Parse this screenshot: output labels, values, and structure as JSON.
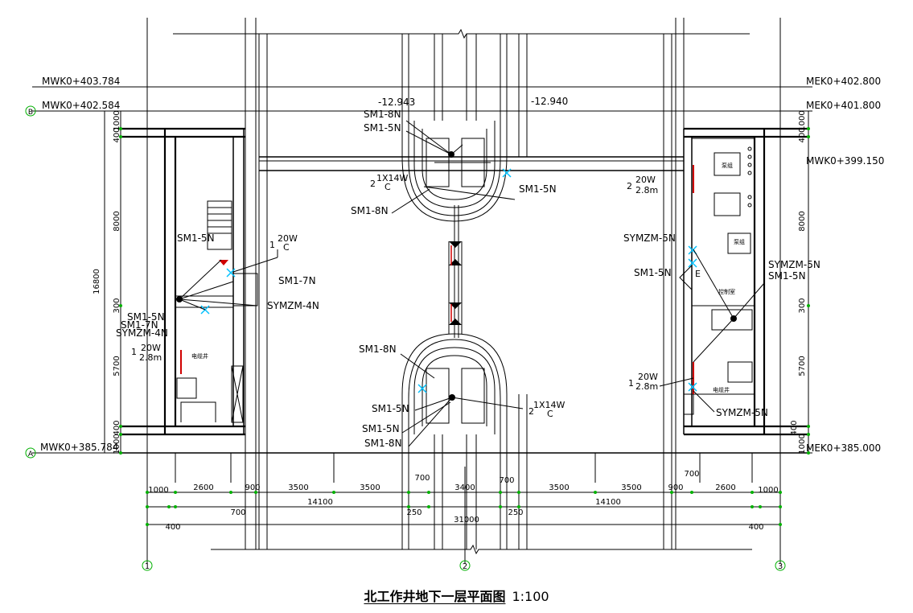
{
  "title": "北工作井地下一层平面图",
  "scale": "1:100",
  "axes": {
    "a1": "1",
    "a2": "2",
    "a3": "3",
    "aA": "A",
    "aB": "B"
  },
  "elevations": {
    "left_top": "MWK0+403.784",
    "left_b": "MWK0+402.584",
    "left_a": "MWK0+385.784",
    "right_top": "MEK0+402.800",
    "right_b": "MEK0+401.800",
    "right_mid": "MWK0+399.150",
    "right_a": "MEK0+385.000",
    "depth1": "-12.943",
    "depth2": "-12.940"
  },
  "labels": {
    "sm1_8n": "SM1-8N",
    "sm1_5n": "SM1-5N",
    "sm1_7n": "SM1-7N",
    "sm1_7n_s": "SM1-7N",
    "symzm_4n": "SYMZM-4N",
    "symzm_5n": "SYMZM-5N",
    "l_20w": "20W",
    "l_c": "C",
    "l_1": "1",
    "l_2": "2",
    "l_1x14w": "1X14W",
    "l_2_8m": "2.8m",
    "l_e": "E"
  },
  "dims": {
    "d1000": "1000",
    "d2600": "2600",
    "d900": "900",
    "d3500": "3500",
    "d700": "700",
    "d3400": "3400",
    "d14100": "14100",
    "d250": "250",
    "d31000": "31000",
    "d400": "400",
    "d300": "300",
    "d8000": "8000",
    "d16800": "16800",
    "d5700": "5700"
  },
  "rooms": {
    "cable_well": "电缆井",
    "control": "控制室"
  },
  "equipment": {
    "pump": "泵组"
  }
}
